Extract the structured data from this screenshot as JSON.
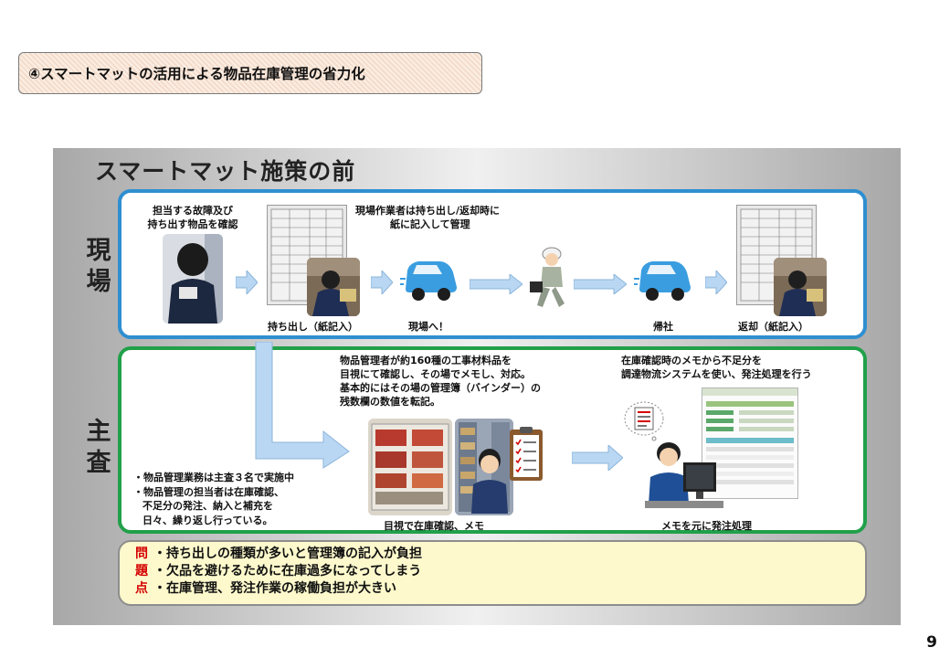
{
  "page": {
    "title": "④スマートマットの活用による物品在庫管理の省力化",
    "page_number": "9"
  },
  "slide": {
    "heading": "スマートマット施策の前",
    "genba": {
      "label_top": "現",
      "label_bottom": "場",
      "step1_caption_line1": "担当する故障及び",
      "step1_caption_line2": "持ち出す物品を確認",
      "note_line1": "現場作業者は持ち出し/返却時に",
      "note_line2": "紙に記入して管理",
      "step2_caption": "持ち出し（紙記入）",
      "step3_caption": "現場へ！",
      "step5_caption": "帰社",
      "step6_caption": "返却（紙記入）"
    },
    "shusa": {
      "label_top": "主",
      "label_bottom": "査",
      "mid_note_line1": "物品管理者が約160種の工事材料品を",
      "mid_note_line2": "目視にて確認し、その場でメモし、対応。",
      "mid_note_line3": "基本的にはその場の管理簿（バインダー）の",
      "mid_note_line4": "残数欄の数値を転記。",
      "right_note_line1": "在庫確認時のメモから不足分を",
      "right_note_line2": "調達物流システムを使い、発注処理を行う",
      "bullet1": "・物品管理業務は主査３名で実施中",
      "bullet2": "・物品管理の担当者は在庫確認、",
      "bullet3": "不足分の発注、納入と補充を",
      "bullet4": "日々、繰り返し行っている。",
      "mid_caption": "目視で在庫確認、メモ",
      "right_caption": "メモを元に発注処理"
    },
    "issues": {
      "side_chars": [
        "問",
        "題",
        "点"
      ],
      "items": [
        "・持ち出しの種類が多いと管理簿の記入が負担",
        "・欠品を避けるために在庫過多になってしまう",
        "・在庫管理、発注作業の稼働負担が大きい"
      ]
    }
  },
  "colors": {
    "genba_border": "#2f8fd0",
    "shusa_border": "#21a04a",
    "issue_bg": "#fdf9cc",
    "arrow_fill": "#b9d7f3",
    "car_blue": "#3a9de0",
    "issue_accent": "#d40000"
  },
  "icons": [
    "arrow-right-icon",
    "car-icon",
    "walking-worker-icon",
    "computer-icon",
    "clipboard-icon"
  ]
}
